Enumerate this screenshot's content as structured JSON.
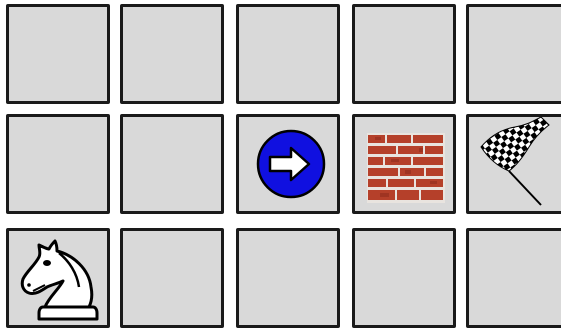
{
  "board": {
    "rows": 3,
    "cols": 5,
    "cells": [
      [
        {
          "content": "empty"
        },
        {
          "content": "empty"
        },
        {
          "content": "empty"
        },
        {
          "content": "empty"
        },
        {
          "content": "empty"
        }
      ],
      [
        {
          "content": "empty"
        },
        {
          "content": "empty"
        },
        {
          "content": "arrow-right-icon"
        },
        {
          "content": "brick-wall-icon"
        },
        {
          "content": "checkered-flag-icon"
        }
      ],
      [
        {
          "content": "knight-icon"
        },
        {
          "content": "empty"
        },
        {
          "content": "empty"
        },
        {
          "content": "empty"
        },
        {
          "content": "empty"
        }
      ]
    ]
  },
  "colors": {
    "cell_fill": "#d9d9d9",
    "cell_border": "#1a1a1a",
    "arrow_circle": "#1010e0",
    "brick": "#b5402a",
    "mortar": "#e9e4df"
  }
}
